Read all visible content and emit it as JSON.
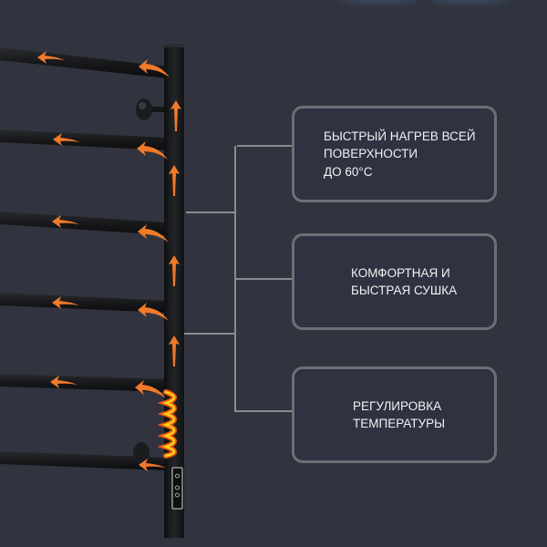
{
  "colors": {
    "background": "#31343f",
    "box_border": "#6e6f75",
    "connector": "#8a8b90",
    "arrow": "#f07a2a",
    "rail": "#151618",
    "coil_outer": "#f05a10",
    "coil_inner": "#ffd21a"
  },
  "features": [
    {
      "label": "БЫСТРЫЙ НАГРЕВ ВСЕЙ\nПОВЕРХНОСТИ\nДО 60°C"
    },
    {
      "label": "КОМФОРТНАЯ И\nБЫСТРАЯ СУШКА"
    },
    {
      "label": "РЕГУЛИРОВКА\nТЕМПЕРАТУРЫ"
    }
  ],
  "product": {
    "type": "heated-towel-rail",
    "rungs": 6,
    "control_panel_icons": [
      "power-icon",
      "mode-icon",
      "temperature-icon"
    ]
  }
}
